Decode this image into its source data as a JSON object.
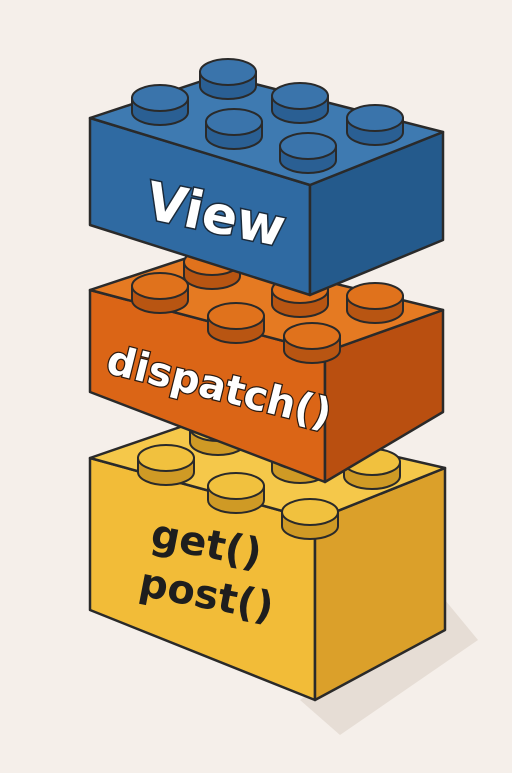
{
  "diagram": {
    "bricks": [
      {
        "id": "view",
        "label_lines": [
          "View"
        ],
        "colors": {
          "top": "#3e7ab1",
          "front": "#2f6aa2",
          "side": "#245a8c",
          "stud": "#3a74ab",
          "stud_side": "#2a5f93",
          "text": "#ffffff",
          "text_outline": "#1b2a3a"
        }
      },
      {
        "id": "dispatch",
        "label_lines": [
          "dispatch()"
        ],
        "colors": {
          "top": "#e57a22",
          "front": "#db6516",
          "side": "#b94f10",
          "stud": "#e0721c",
          "stud_side": "#b85512",
          "text": "#ffffff",
          "text_outline": "#2a1a10"
        }
      },
      {
        "id": "http",
        "label_lines": [
          "get()",
          "post()"
        ],
        "colors": {
          "top": "#f5c84a",
          "front": "#f2bc38",
          "side": "#dba02a",
          "stud": "#f1c13e",
          "stud_side": "#cf9a25",
          "text": "#1e1e1e",
          "text_outline": "none"
        }
      }
    ],
    "outline_color": "#2a2a2a",
    "background": "#f5efea"
  }
}
